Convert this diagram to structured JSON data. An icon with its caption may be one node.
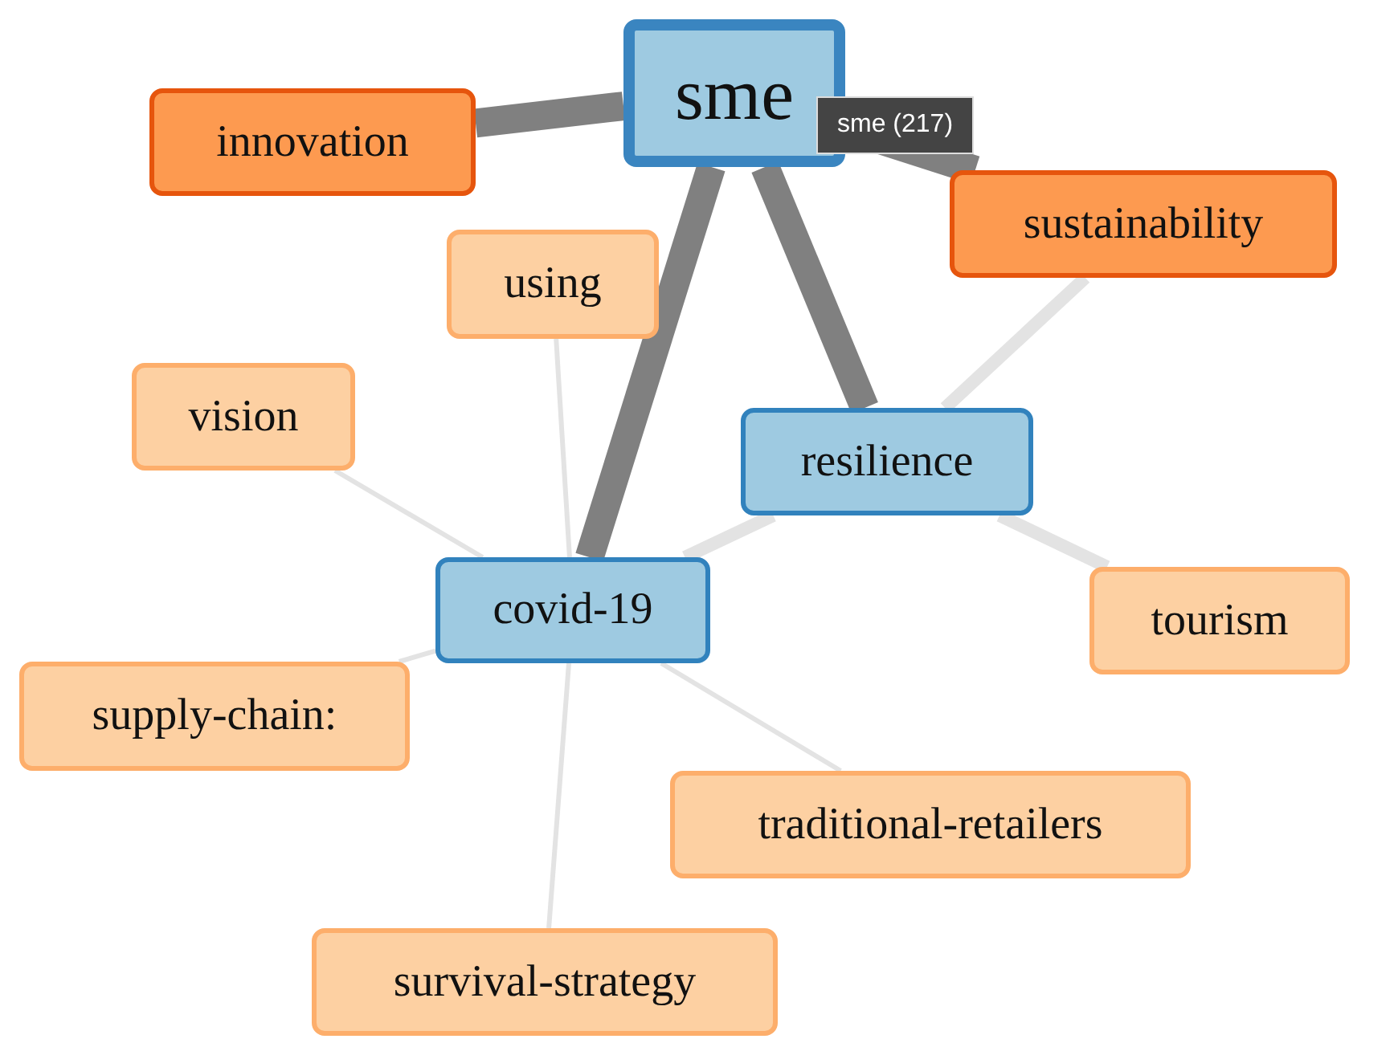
{
  "diagram": {
    "nodes": [
      {
        "text": [
          "sme"
        ]
      },
      {
        "text": [
          "innovation"
        ]
      },
      {
        "text": [
          "sustainability"
        ]
      },
      {
        "text": [
          "using"
        ]
      },
      {
        "text": [
          "vision"
        ]
      },
      {
        "text": [
          "resilience"
        ]
      },
      {
        "text": [
          "covid-19"
        ]
      },
      {
        "text": [
          "tourism"
        ]
      },
      {
        "text": [
          "supply-chain:"
        ]
      },
      {
        "text": [
          "traditional-retailers"
        ]
      },
      {
        "text": [
          "survival-strategy"
        ]
      }
    ],
    "edges": [
      {
        "from": 0,
        "to": 1,
        "arrow": "none",
        "style": "thick",
        "color": "#808080"
      },
      {
        "from": 0,
        "to": 2,
        "arrow": "none",
        "style": "thick",
        "color": "#808080"
      },
      {
        "from": 0,
        "to": 6,
        "arrow": "none",
        "style": "thick",
        "color": "#808080"
      },
      {
        "from": 0,
        "to": 5,
        "arrow": "none",
        "style": "thick",
        "color": "#808080"
      },
      {
        "from": 3,
        "to": 6,
        "arrow": "none"
      },
      {
        "from": 4,
        "to": 6,
        "arrow": "none"
      },
      {
        "from": 6,
        "to": 5,
        "arrow": "none"
      },
      {
        "from": 5,
        "to": 2,
        "arrow": "none"
      },
      {
        "from": 5,
        "to": 7,
        "arrow": "none"
      },
      {
        "from": 6,
        "to": 8,
        "arrow": "none"
      },
      {
        "from": 6,
        "to": 9,
        "arrow": "none"
      },
      {
        "from": 6,
        "to": 10,
        "arrow": "none"
      }
    ],
    "labels": [
      "sme (217)"
    ]
  }
}
